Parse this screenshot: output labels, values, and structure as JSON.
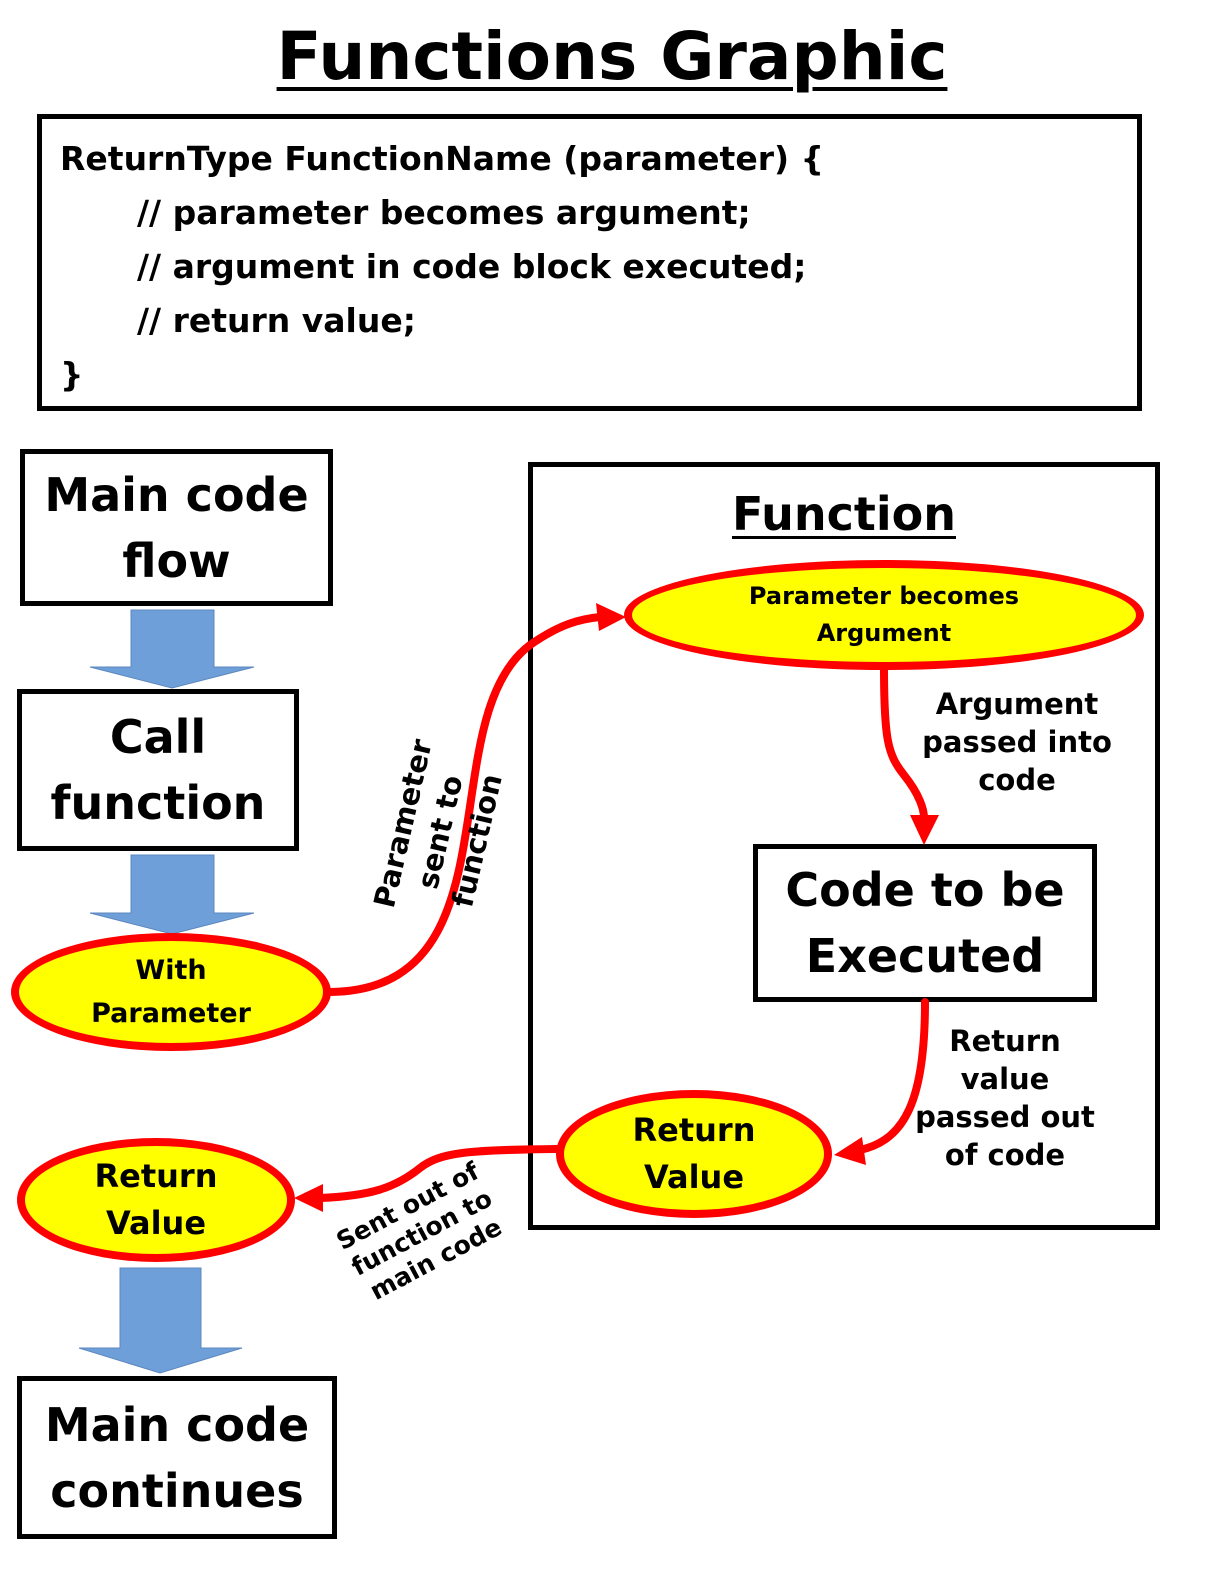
{
  "title": "Functions Graphic",
  "code": {
    "line1": "ReturnType FunctionName (parameter) {",
    "line2": "// parameter becomes argument;",
    "line3": "// argument in code block executed;",
    "line4": "// return value;",
    "line5": "}"
  },
  "main_flow": {
    "start_line1": "Main code",
    "start_line2": "flow",
    "call_line1": "Call",
    "call_line2": "function",
    "with_line1": "With",
    "with_line2": "Parameter",
    "return_line1": "Return",
    "return_line2": "Value",
    "end_line1": "Main code",
    "end_line2": "continues"
  },
  "function_panel": {
    "heading": "Function",
    "param_line1": "Parameter becomes",
    "param_line2": "Argument",
    "code_line1": "Code to be",
    "code_line2": "Executed",
    "return_line1": "Return",
    "return_line2": "Value"
  },
  "annotations": {
    "param_sent_line1": "Parameter",
    "param_sent_line2": "sent to function",
    "arg_passed_line1": "Argument",
    "arg_passed_line2": "passed into",
    "arg_passed_line3": "code",
    "ret_passed_line1": "Return",
    "ret_passed_line2": "value",
    "ret_passed_line3": "passed out",
    "ret_passed_line4": "of code",
    "sent_out_line1": "Sent out of",
    "sent_out_line2": "function to",
    "sent_out_line3": "main code"
  },
  "colors": {
    "ellipse_fill": "#ffff00",
    "ellipse_border": "#ff0000",
    "flow_arrow": "#ff0000",
    "block_arrow": "#6f9fd8"
  }
}
